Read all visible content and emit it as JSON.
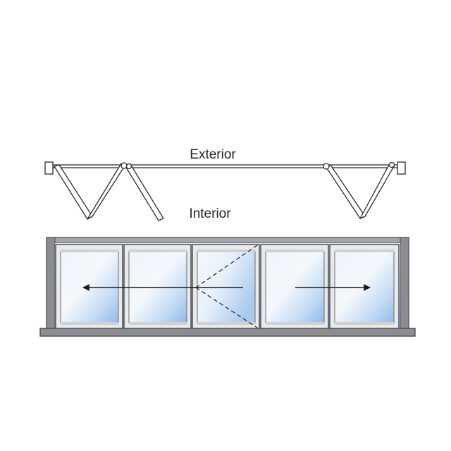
{
  "labels": {
    "exterior": "Exterior",
    "interior": "Interior"
  },
  "colors": {
    "frame": "#8c8d90",
    "frame_dark": "#5d5e61",
    "glass_light": "#eef4fb",
    "glass_blue": "#8fbbea",
    "stroke": "#2b2b2b"
  },
  "panel_count": 5
}
